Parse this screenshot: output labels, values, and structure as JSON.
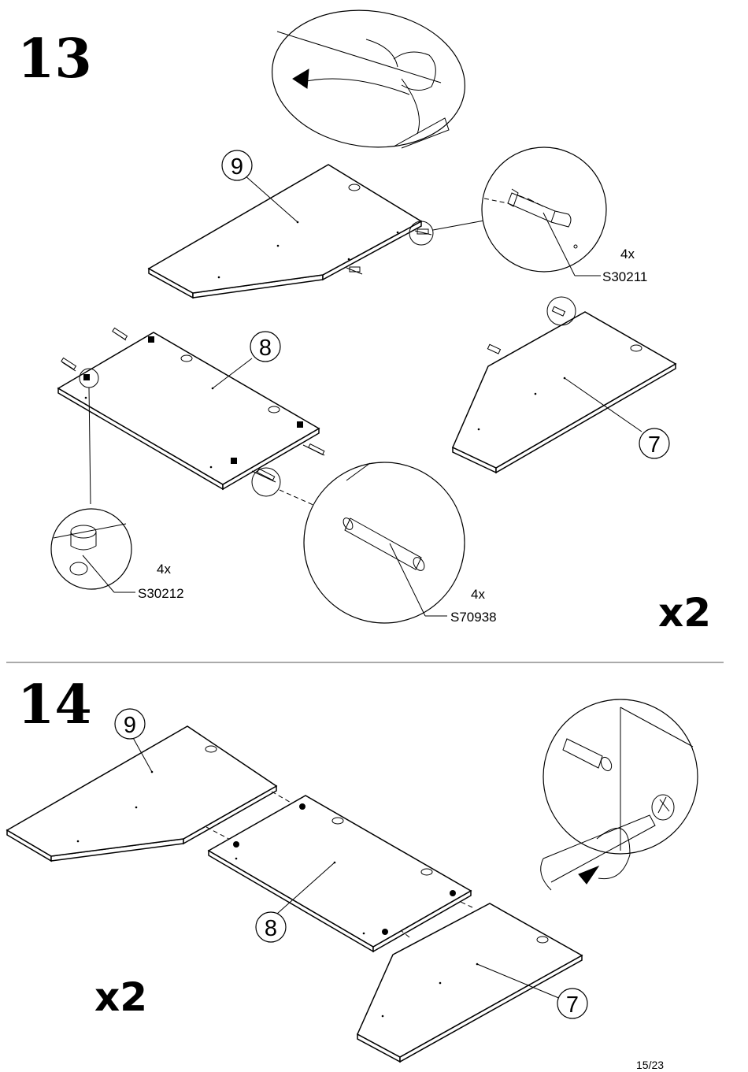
{
  "steps": [
    {
      "number": "13",
      "multiplier": "x2",
      "callouts": [
        {
          "label": "9"
        },
        {
          "label": "8"
        },
        {
          "label": "7"
        }
      ],
      "hardware": [
        {
          "qty": "4x",
          "code": "S30211"
        },
        {
          "qty": "4x",
          "code": "S30212"
        },
        {
          "qty": "4x",
          "code": "S70938"
        }
      ]
    },
    {
      "number": "14",
      "multiplier": "x2",
      "callouts": [
        {
          "label": "9"
        },
        {
          "label": "8"
        },
        {
          "label": "7"
        }
      ]
    }
  ],
  "icons": [
    "peel-film-detail",
    "cam-bolt-detail",
    "cam-lock-detail",
    "dowel-detail",
    "screwdriver-detail"
  ],
  "page_number": "15/23"
}
